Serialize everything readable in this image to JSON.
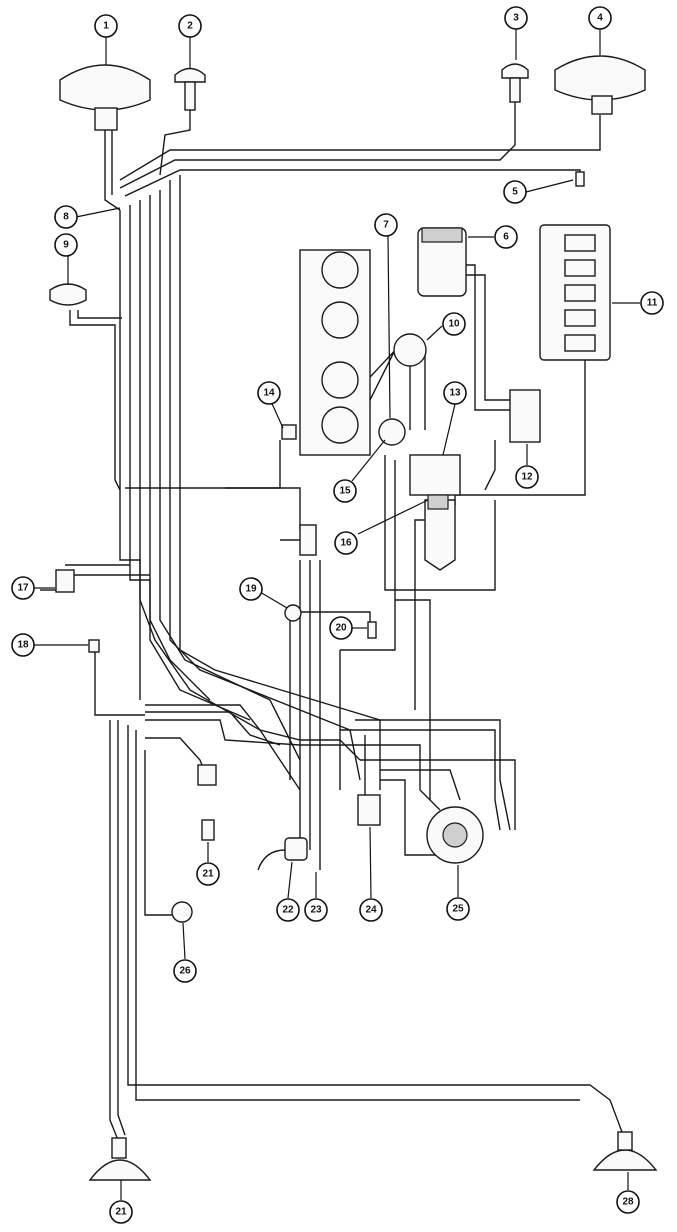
{
  "callouts": {
    "c1": "1",
    "c2": "2",
    "c3": "3",
    "c4": "4",
    "c5": "5",
    "c6": "6",
    "c7": "7",
    "c8": "8",
    "c9": "9",
    "c10": "10",
    "c11": "11",
    "c12": "12",
    "c13": "13",
    "c14": "14",
    "c15": "15",
    "c16": "16",
    "c17": "17",
    "c18": "18",
    "c19": "19",
    "c20": "20",
    "c21a": "21",
    "c21b": "21",
    "c22": "22",
    "c23": "23",
    "c24": "24",
    "c25": "25",
    "c26": "26",
    "c28": "28"
  }
}
